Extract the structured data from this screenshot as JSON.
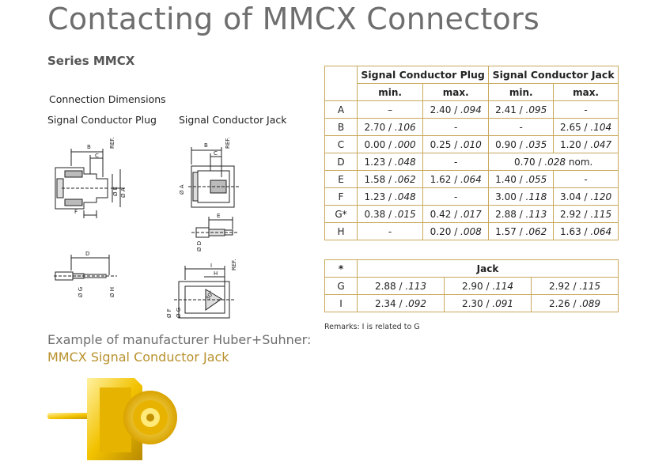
{
  "title": "Contacting of MMCX Connectors",
  "series": "Series MMCX",
  "connection_dimensions": "Connection Dimensions",
  "plug_label": "Signal Conductor Plug",
  "jack_label": "Signal Conductor Jack",
  "drawing_labels": {
    "B": "B",
    "C": "C",
    "REF": "REF.",
    "E": "Ø E",
    "A": "Ø A",
    "F": "F",
    "D": "D",
    "G": "Ø G",
    "H": "Ø H",
    "I": "I",
    "D2": "Ø D",
    "Eb": "E",
    "Hb": "H",
    "Fb": "Ø F",
    "Gb": "Ø G",
    "deg": "30°"
  },
  "example_line1": "Example of manufacturer Huber+Suhner:",
  "example_line2": "MMCX Signal Conductor Jack",
  "table1": {
    "group_plug": "Signal Conductor Plug",
    "group_jack": "Signal Conductor Jack",
    "min": "min.",
    "max": "max.",
    "rows": [
      {
        "label": "A",
        "pmin": "–",
        "pmin_i": "",
        "pmax": "2.40 / ",
        "pmax_i": ".094",
        "jmin": "2.41 / ",
        "jmin_i": ".095",
        "jmax": "-",
        "jmax_i": ""
      },
      {
        "label": "B",
        "pmin": "2.70 / ",
        "pmin_i": ".106",
        "pmax": "-",
        "pmax_i": "",
        "jmin": "-",
        "jmin_i": "",
        "jmax": "2.65 / ",
        "jmax_i": ".104"
      },
      {
        "label": "C",
        "pmin": "0.00 / ",
        "pmin_i": ".000",
        "pmax": "0.25 / ",
        "pmax_i": ".010",
        "jmin": "0.90 / ",
        "jmin_i": ".035",
        "jmax": "1.20 / ",
        "jmax_i": ".047"
      },
      {
        "label": "D",
        "pmin": "1.23 / ",
        "pmin_i": ".048",
        "pmax": "-",
        "pmax_i": "",
        "jmerged": "0.70 / ",
        "jmerged_i": ".028",
        "jmerged_suffix": " nom."
      },
      {
        "label": "E",
        "pmin": "1.58 / ",
        "pmin_i": ".062",
        "pmax": "1.62 / ",
        "pmax_i": ".064",
        "jmin": "1.40 / ",
        "jmin_i": ".055",
        "jmax": "-",
        "jmax_i": ""
      },
      {
        "label": "F",
        "pmin": "1.23 / ",
        "pmin_i": ".048",
        "pmax": "-",
        "pmax_i": "",
        "jmin": "3.00 / ",
        "jmin_i": ".118",
        "jmax": "3.04 / ",
        "jmax_i": ".120"
      },
      {
        "label": "G*",
        "pmin": "0.38 / ",
        "pmin_i": ".015",
        "pmax": "0.42 / ",
        "pmax_i": ".017",
        "jmin": "2.88 / ",
        "jmin_i": ".113",
        "jmax": "2.92 / ",
        "jmax_i": ".115"
      },
      {
        "label": "H",
        "pmin": "-",
        "pmin_i": "",
        "pmax": "0.20 / ",
        "pmax_i": ".008",
        "jmin": "1.57 / ",
        "jmin_i": ".062",
        "jmax": "1.63 / ",
        "jmax_i": ".064"
      }
    ]
  },
  "table2": {
    "star": "*",
    "header": "Jack",
    "rows": [
      {
        "label": "G",
        "c1": "2.88 / ",
        "c1_i": ".113",
        "c2": "2.90 / ",
        "c2_i": ".114",
        "c3": "2.92 / ",
        "c3_i": ".115"
      },
      {
        "label": "I",
        "c1": "2.34 / ",
        "c1_i": ".092",
        "c2": "2.30 / ",
        "c2_i": ".091",
        "c3": "2.26 / ",
        "c3_i": ".089"
      }
    ]
  },
  "remarks": "Remarks: I is related to G",
  "colors": {
    "title": "#6e6e6e",
    "accent": "#b8912c",
    "border": "#c8a85a",
    "gold": "#f2c200"
  }
}
